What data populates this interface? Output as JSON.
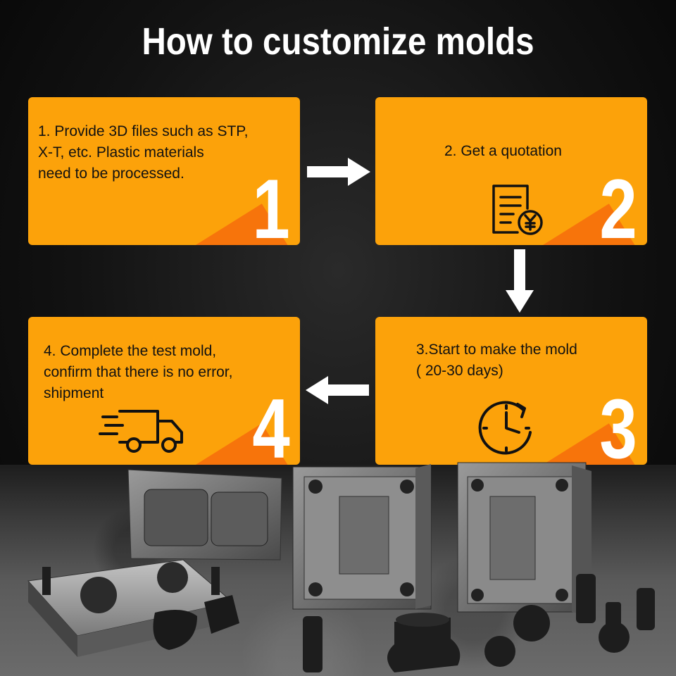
{
  "title": "How to customize molds",
  "steps": [
    {
      "text": "1. Provide 3D files such as STP,\n     X-T, etc. Plastic materials\n     need to be processed.",
      "number": "1",
      "icon": "hand-shield-icon"
    },
    {
      "text": "2. Get a quotation",
      "number": "2",
      "icon": "invoice-yen-icon"
    },
    {
      "text": "3.Start to make the mold\n  ( 20-30 days)",
      "number": "3",
      "icon": "clock-icon"
    },
    {
      "text": "4. Complete the test mold,\n     confirm that there is no error,\n     shipment",
      "number": "4",
      "icon": "delivery-truck-icon"
    }
  ],
  "colors": {
    "card": "#fca20a",
    "card_accent": "#f7740b",
    "text": "#111111",
    "arrow": "#ffffff"
  }
}
